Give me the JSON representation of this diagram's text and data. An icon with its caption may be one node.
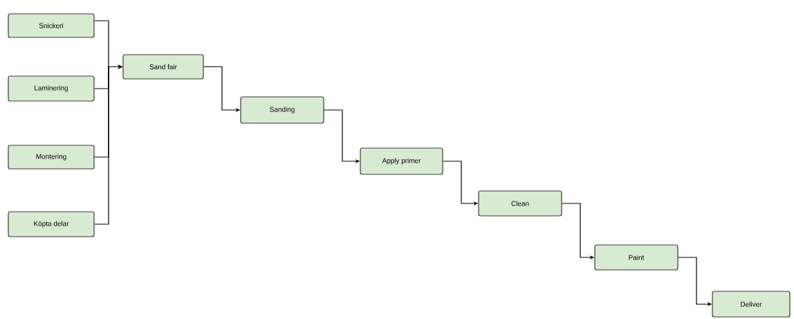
{
  "diagram": {
    "nodes": [
      {
        "text": [
          "Snickeri"
        ]
      },
      {
        "text": [
          "Laminering"
        ]
      },
      {
        "text": [
          "Montering"
        ]
      },
      {
        "text": [
          "Köpta delar"
        ]
      },
      {
        "text": [
          "Sand fair"
        ]
      },
      {
        "text": [
          "Sanding"
        ]
      },
      {
        "text": [
          "Apply primer"
        ]
      },
      {
        "text": [
          "Clean"
        ]
      },
      {
        "text": [
          "Paint"
        ]
      },
      {
        "text": [
          "Deliver"
        ]
      }
    ],
    "edges": [
      {
        "from": 0,
        "to": 4,
        "arrow": "to"
      },
      {
        "from": 1,
        "to": 4,
        "arrow": "to"
      },
      {
        "from": 2,
        "to": 4,
        "arrow": "to"
      },
      {
        "from": 3,
        "to": 4,
        "arrow": "to"
      },
      {
        "from": 4,
        "to": 5,
        "arrow": "to"
      },
      {
        "from": 5,
        "to": 6,
        "arrow": "to"
      },
      {
        "from": 6,
        "to": 7,
        "arrow": "to"
      },
      {
        "from": 7,
        "to": 8,
        "arrow": "to"
      },
      {
        "from": 8,
        "to": 9,
        "arrow": "to"
      }
    ]
  }
}
